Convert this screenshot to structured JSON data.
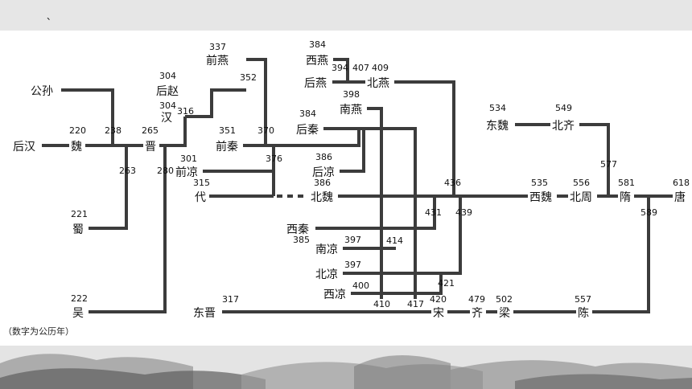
{
  "nodes": {
    "gongsun": "公孙",
    "houhan": "后汉",
    "wei": "魏",
    "shu": "蜀",
    "wu": "吴",
    "jin": "晋",
    "houzhao": "后赵",
    "han": "汉",
    "qianyan": "前燕",
    "qianqin": "前秦",
    "qianliang": "前凉",
    "dai": "代",
    "xiyan": "西燕",
    "houyan": "后燕",
    "beiyan": "北燕",
    "nanyan": "南燕",
    "houqin": "后秦",
    "houliang": "后凉",
    "beiwei": "北魏",
    "xiqin": "西秦",
    "nanliang": "南凉",
    "beiliang": "北凉",
    "xiliang": "西凉",
    "dongjin": "东晋",
    "song": "宋",
    "qi": "齐",
    "liang": "梁",
    "chen": "陈",
    "dongwei": "东魏",
    "beiqi": "北齐",
    "xiwei": "西魏",
    "beizhou": "北周",
    "sui": "隋",
    "tang": "唐"
  },
  "years": {
    "wei_start": "220",
    "wei_end": "238",
    "shu_start": "221",
    "shu_end": "263",
    "wu_start": "222",
    "wu_end": "280",
    "jin_start": "265",
    "houzhao_start": "304",
    "han_start": "304",
    "han_end": "316",
    "qianyan_start": "337",
    "houzhao_end": "352",
    "qianqin_start": "351",
    "qianyan_end": "370",
    "qianliang_start": "301",
    "qianliang_end": "376",
    "dai_start": "315",
    "xiyan_start": "384",
    "xiyan_end": "394",
    "houyan_end": "407",
    "beiyan_start": "409",
    "nanyan_start": "398",
    "houqin_start": "384",
    "houliang_start": "386",
    "beiwei_start": "386",
    "xiqin_start": "385",
    "nanliang_start": "397",
    "beiliang_start": "397",
    "xiliang_start": "400",
    "nanyan_end": "410",
    "nanliang_end": "414",
    "houqin_end": "417",
    "xiliang_end": "421",
    "song_start": "420",
    "xiqin_end": "431",
    "beiyan_end": "436",
    "beiliang_end": "439",
    "qi_start": "479",
    "liang_start": "502",
    "dongwei_start": "534",
    "xiwei_start": "535",
    "beiqi_start": "549",
    "beizhou_start": "556",
    "chen_start": "557",
    "beiqi_end": "577",
    "sui_start": "581",
    "chen_end": "589",
    "dongjin_start": "317",
    "tang_start": "618"
  },
  "note": "（数字为公历年）",
  "footer": "、"
}
